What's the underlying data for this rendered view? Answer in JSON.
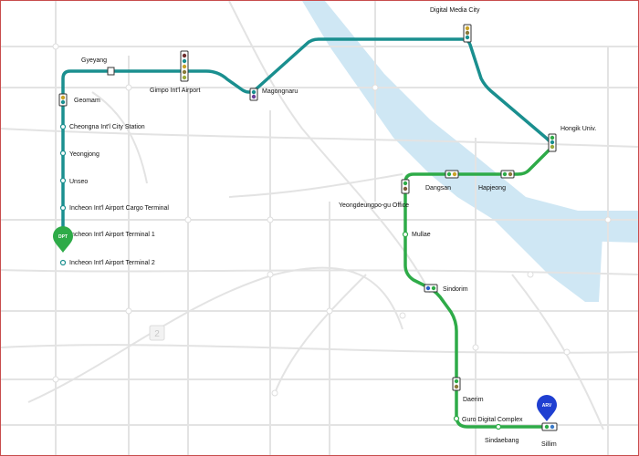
{
  "map": {
    "lines": [
      {
        "name": "airport-railroad",
        "color": "#1a8f8f"
      },
      {
        "name": "line-2",
        "color": "#2eab48"
      }
    ],
    "stations": [
      {
        "id": "gyeyang",
        "label": "Gyeyang"
      },
      {
        "id": "gimpo",
        "label": "Gimpo Int'l Airport"
      },
      {
        "id": "magongnaru",
        "label": "Magongnaru"
      },
      {
        "id": "dmc",
        "label": "Digital Media City"
      },
      {
        "id": "hongik",
        "label": "Hongik Univ."
      },
      {
        "id": "geomam",
        "label": "Geomam"
      },
      {
        "id": "cheongna",
        "label": "Cheongna Int'l City Station"
      },
      {
        "id": "yeongjong",
        "label": "Yeongjong"
      },
      {
        "id": "unseo",
        "label": "Unseo"
      },
      {
        "id": "cargo",
        "label": "Incheon Int'l Airport Cargo Terminal"
      },
      {
        "id": "t1",
        "label": "Incheon Int'l Airport Terminal 1"
      },
      {
        "id": "t2",
        "label": "Incheon Int'l Airport Terminal 2"
      },
      {
        "id": "hapjeong",
        "label": "Hapjeong"
      },
      {
        "id": "dangsan",
        "label": "Dangsan"
      },
      {
        "id": "yeongdeungpo",
        "label": "Yeongdeungpo-gu Office"
      },
      {
        "id": "mullae",
        "label": "Mullae"
      },
      {
        "id": "sindorim",
        "label": "Sindorim"
      },
      {
        "id": "daerim",
        "label": "Daerim"
      },
      {
        "id": "guro",
        "label": "Guro Digital Complex"
      },
      {
        "id": "sindaebang",
        "label": "Sindaebang"
      },
      {
        "id": "sillim",
        "label": "Sillim"
      }
    ],
    "markers": {
      "departure": {
        "label": "DPT",
        "color": "#2eab48"
      },
      "arrival": {
        "label": "ARV",
        "color": "#1f3fd1"
      }
    },
    "background_badge": "2"
  }
}
